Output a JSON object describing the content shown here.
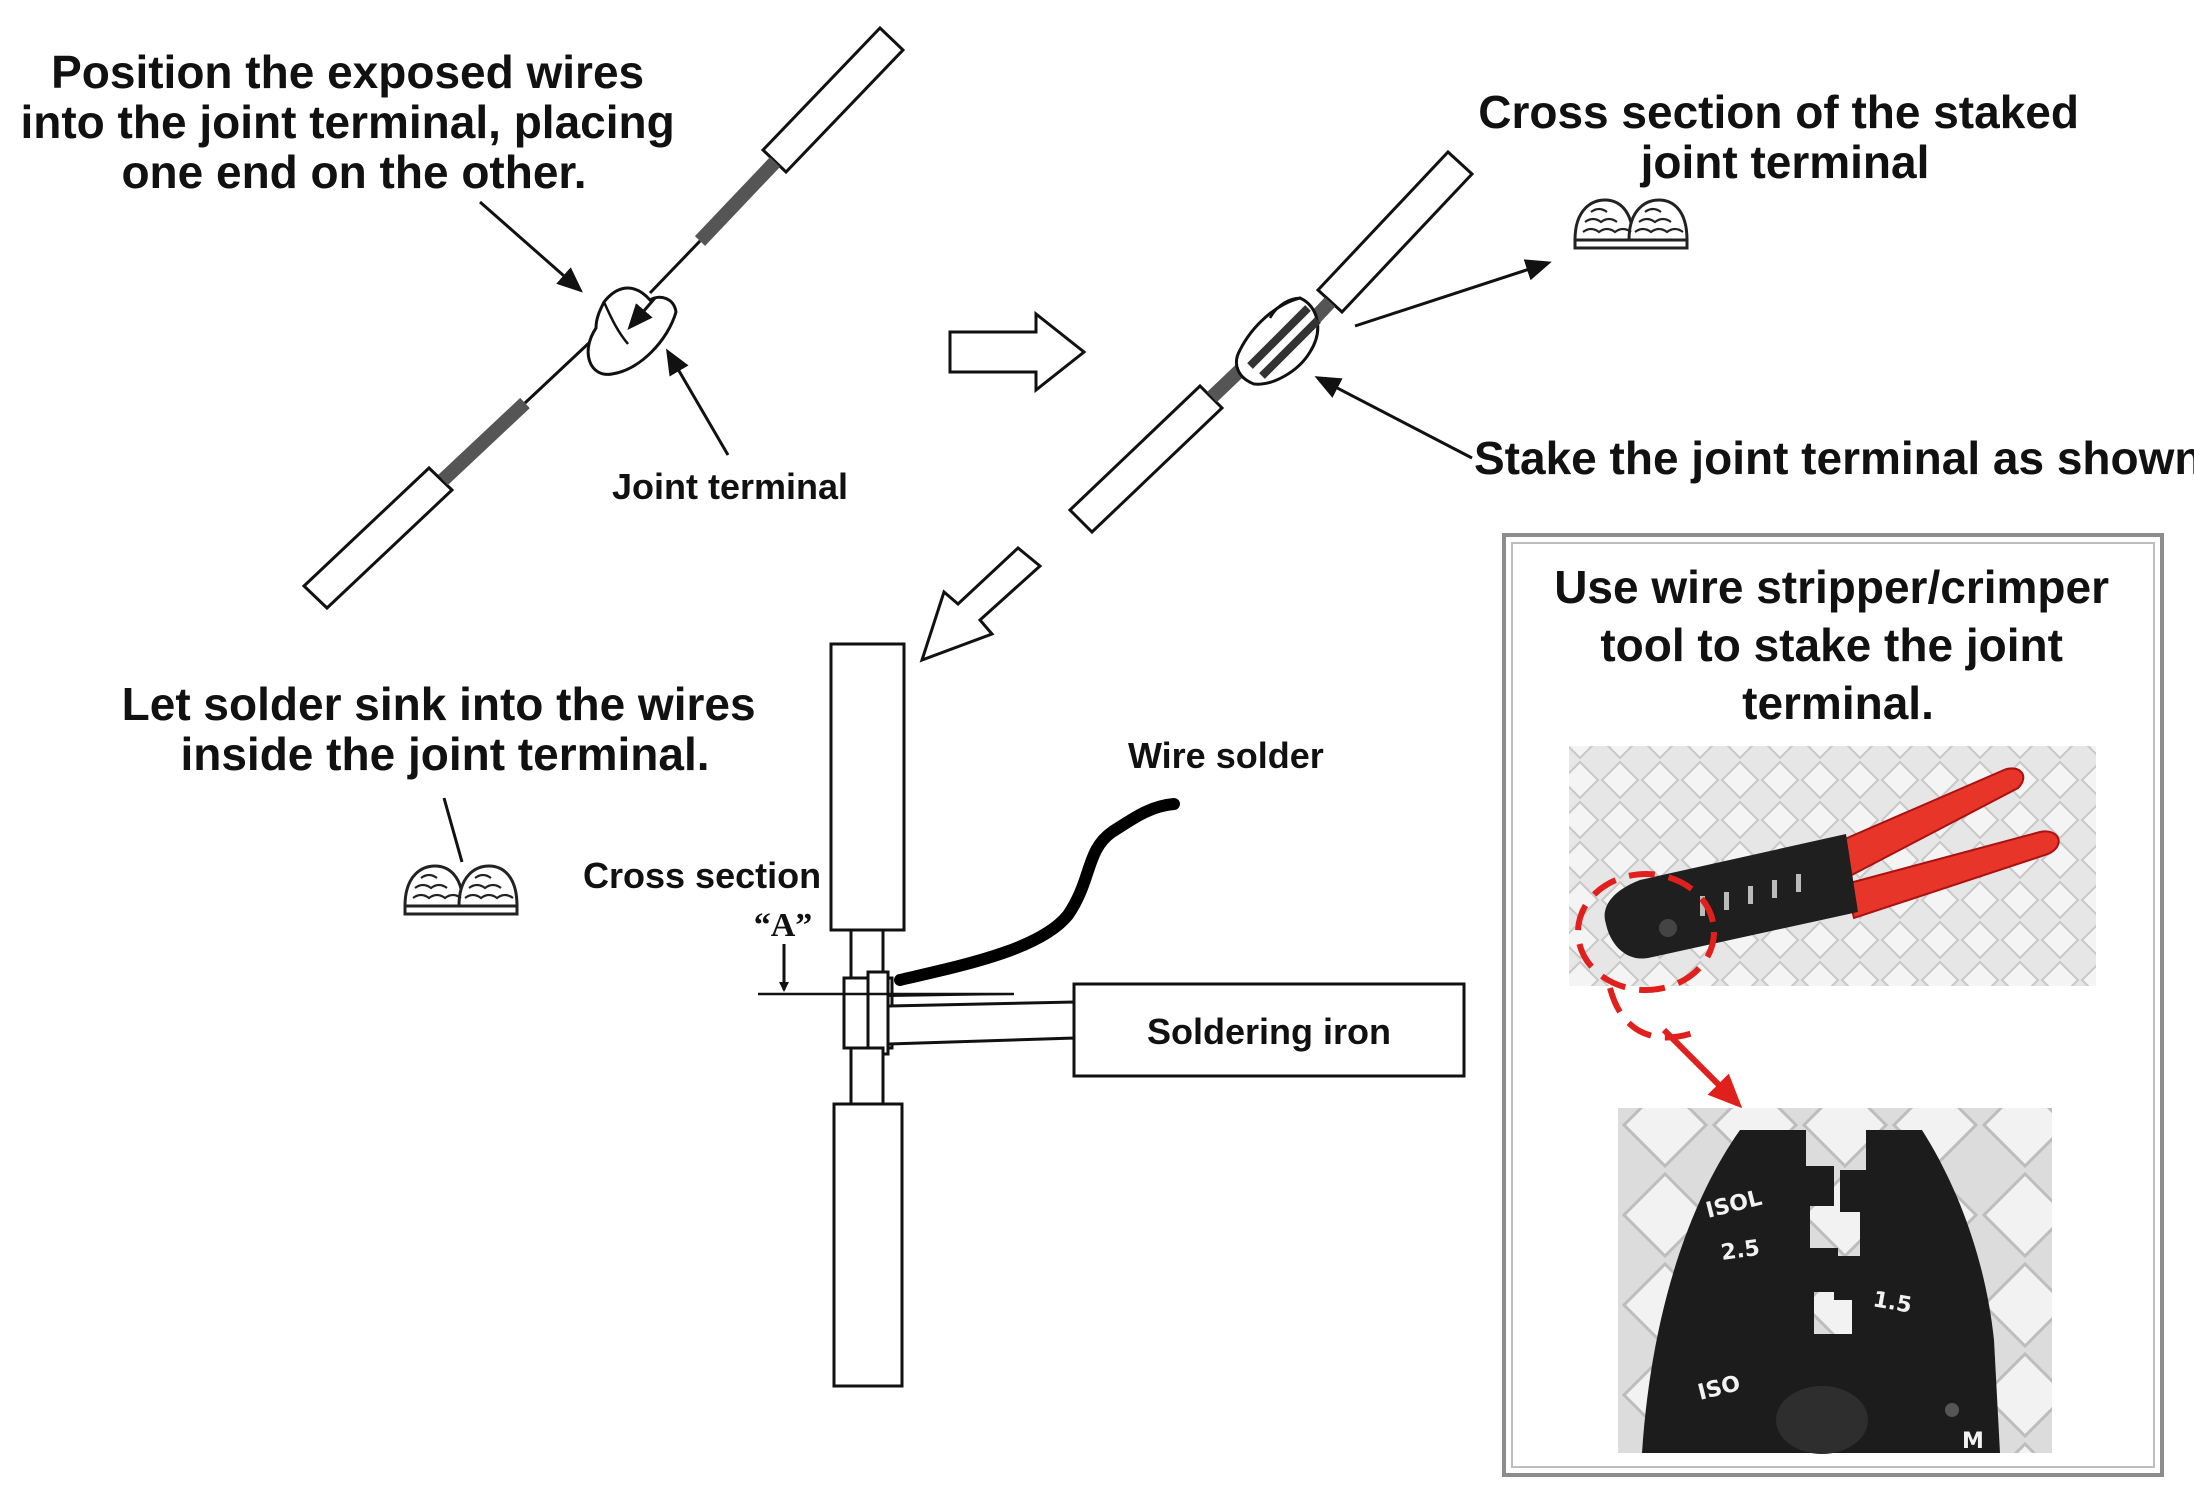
{
  "step1": {
    "caption": [
      "Position the exposed wires",
      "into the joint terminal, placing",
      "one end on the other."
    ],
    "terminal_label": "Joint terminal"
  },
  "step2": {
    "cross_section_caption": [
      "Cross section of the staked",
      "joint terminal"
    ],
    "stake_caption": "Stake the joint terminal as shown."
  },
  "step3": {
    "caption": [
      "Let solder sink into the wires",
      "inside the joint terminal."
    ],
    "cross_section_label": "Cross section",
    "section_marker": "“A”",
    "wire_solder_label": "Wire solder",
    "soldering_iron_label": "Soldering iron"
  },
  "tool_panel": {
    "caption": [
      "Use wire stripper/crimper",
      "tool to stake the joint",
      "terminal."
    ],
    "jaw_markings": [
      "ISOL",
      "2.5",
      "1.5",
      "ISO",
      "M"
    ]
  },
  "colors": {
    "ink": "#111111",
    "insulation_shade": "#666666",
    "handle_red": "#e8352a",
    "highlight_red": "#e0201c",
    "tool_body": "#1f1f1f",
    "panel_border": "#8c8c8c"
  }
}
